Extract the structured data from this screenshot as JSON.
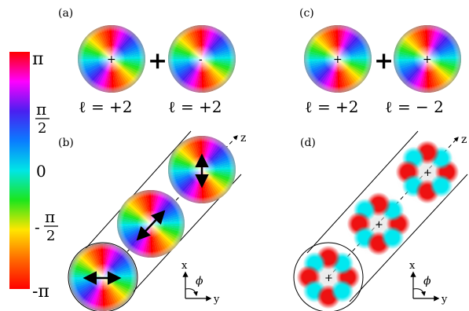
{
  "colorbar": {
    "ticks": [
      {
        "text": "π",
        "num": "",
        "den": "",
        "sign": ""
      },
      {
        "text": "",
        "num": "π",
        "den": "2",
        "sign": ""
      },
      {
        "text": "0",
        "num": "",
        "den": "",
        "sign": ""
      },
      {
        "text": "",
        "num": "π",
        "den": "2",
        "sign": "-"
      },
      {
        "text": "-π",
        "num": "",
        "den": "",
        "sign": ""
      }
    ],
    "colors": [
      "#ff0000",
      "#ff00ff",
      "#4a1ff0",
      "#0a7cff",
      "#00e6e6",
      "#1ce61c",
      "#ffe600",
      "#ff6a00",
      "#ff0000"
    ]
  },
  "panels": {
    "a": {
      "label": "(a)",
      "operator": "+",
      "left_sign": "+",
      "right_sign": "-",
      "left_l": "ℓ = +2",
      "right_l": "ℓ = +2"
    },
    "c": {
      "label": "(c)",
      "operator": "+",
      "left_sign": "+",
      "right_sign": "+",
      "left_l": "ℓ = +2",
      "right_l": "ℓ = − 2"
    },
    "b": {
      "label": "(b)",
      "axis_z": "z",
      "axis_x": "x",
      "axis_y": "y",
      "axis_phi": "ϕ"
    },
    "d": {
      "label": "(d)",
      "axis_z": "z",
      "axis_x": "x",
      "axis_y": "y",
      "axis_phi": "ϕ",
      "center_marks": [
        "+",
        "+",
        "+"
      ]
    }
  },
  "colors": {
    "lobe_red": "#ee1111",
    "lobe_cyan": "#00e8f0",
    "ink": "#000000"
  }
}
